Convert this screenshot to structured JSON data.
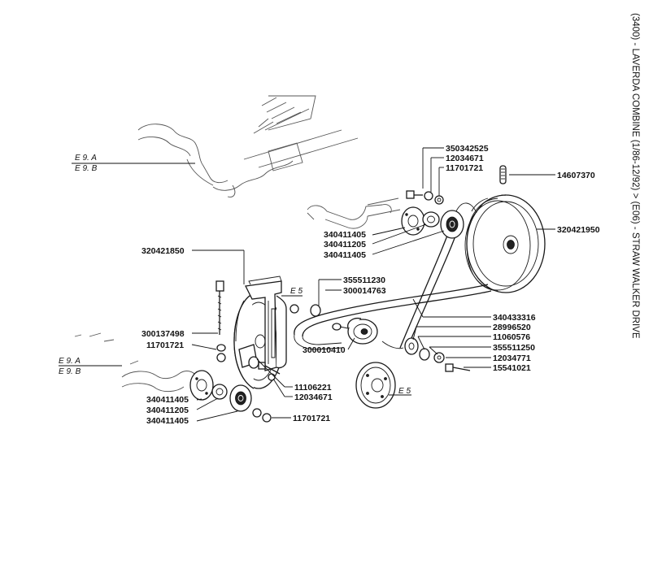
{
  "diagram": {
    "title": "(3400) - LAVERDA COMBINE (1/86-12/92) > (E06) - STRAW WALKER DRIVE",
    "labels": [
      {
        "id": "l350342525",
        "text": "350342525"
      },
      {
        "id": "l12034671a",
        "text": "12034671"
      },
      {
        "id": "l11701721a",
        "text": "11701721"
      },
      {
        "id": "l14607370",
        "text": "14607370"
      },
      {
        "id": "l340411405a",
        "text": "340411405"
      },
      {
        "id": "l340411205a",
        "text": "340411205"
      },
      {
        "id": "l340411405b",
        "text": "340411405"
      },
      {
        "id": "l320421950",
        "text": "320421950"
      },
      {
        "id": "l320421850",
        "text": "320421850"
      },
      {
        "id": "l355511230",
        "text": "355511230"
      },
      {
        "id": "l300014763",
        "text": "300014763"
      },
      {
        "id": "l340433316",
        "text": "340433316"
      },
      {
        "id": "l28996520",
        "text": "28996520"
      },
      {
        "id": "l11060576",
        "text": "11060576"
      },
      {
        "id": "l355511250",
        "text": "355511250"
      },
      {
        "id": "l12034771",
        "text": "12034771"
      },
      {
        "id": "l15541021",
        "text": "15541021"
      },
      {
        "id": "l300010410",
        "text": "300010410"
      },
      {
        "id": "l300137498",
        "text": "300137498"
      },
      {
        "id": "l11701721b",
        "text": "11701721"
      },
      {
        "id": "l11106221",
        "text": "11106221"
      },
      {
        "id": "l12034671b",
        "text": "12034671"
      },
      {
        "id": "l340411405c",
        "text": "340411405"
      },
      {
        "id": "l340411205b",
        "text": "340411205"
      },
      {
        "id": "l340411405d",
        "text": "340411405"
      },
      {
        "id": "l11701721c",
        "text": "11701721"
      }
    ],
    "refs": {
      "e9a_top": "E 9. A",
      "e9b_top": "E 9. B",
      "e9a_left": "E 9. A",
      "e9b_left": "E 9. B",
      "e5_bracket": "E 5",
      "e5_bottom": "E 5"
    }
  }
}
